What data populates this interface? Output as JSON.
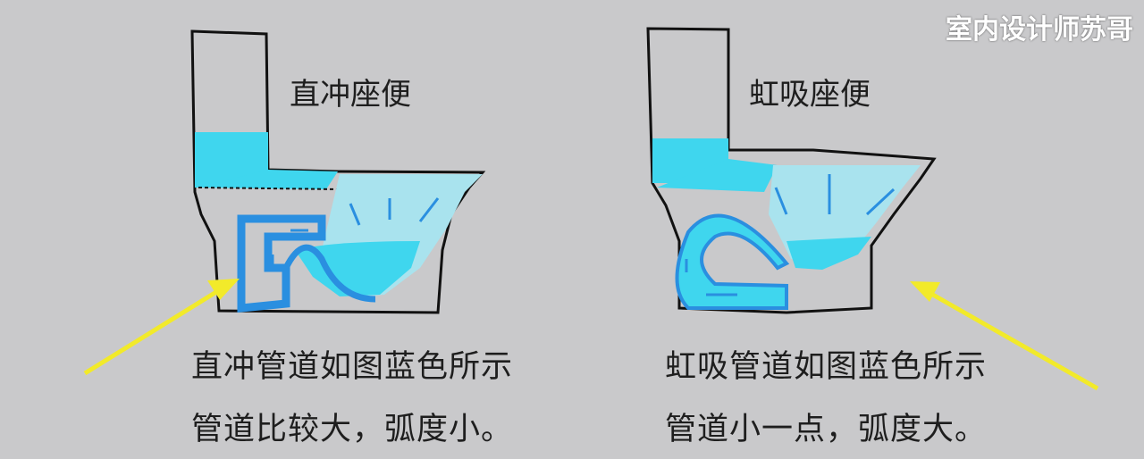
{
  "left": {
    "title": "直冲座便",
    "caption_line1": "直冲管道如图蓝色所示",
    "caption_line2": "管道比较大，弧度小。"
  },
  "right": {
    "title": "虹吸座便",
    "caption_line1": "虹吸管道如图蓝色所示",
    "caption_line2": "管道小一点，弧度大。"
  },
  "watermark": "室内设计师苏哥",
  "colors": {
    "water": "#3fd6ee",
    "pipe": "#2a8fe0",
    "arrow": "#f2ea2a",
    "background": "#c9c9cb"
  }
}
